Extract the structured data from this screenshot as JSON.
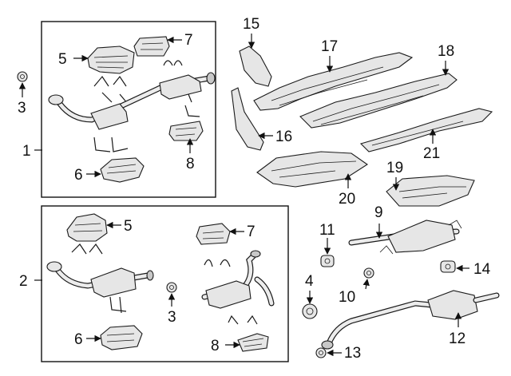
{
  "callouts": {
    "c1": "1",
    "c2": "2",
    "c3a": "3",
    "c3b": "3",
    "c4": "4",
    "c5a": "5",
    "c5b": "5",
    "c6a": "6",
    "c6b": "6",
    "c7a": "7",
    "c7b": "7",
    "c8a": "8",
    "c8b": "8",
    "c9": "9",
    "c10": "10",
    "c11": "11",
    "c12": "12",
    "c13": "13",
    "c14": "14",
    "c15": "15",
    "c16": "16",
    "c17": "17",
    "c18": "18",
    "c19": "19",
    "c20": "20",
    "c21": "21"
  }
}
